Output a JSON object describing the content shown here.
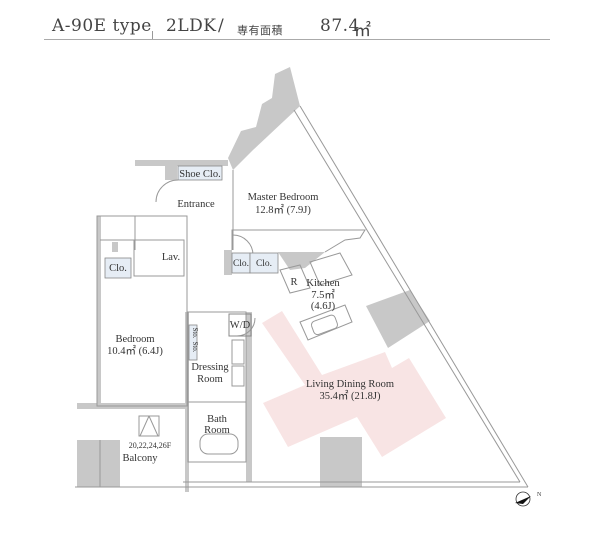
{
  "header": {
    "type_name": "A-90E type",
    "layout": "2LDK",
    "separator": "/",
    "area_label": "専有面積",
    "area_value": "87.4",
    "area_unit": "㎡"
  },
  "rooms": {
    "shoe_closet": "Shoe Clo.",
    "entrance": "Entrance",
    "master_bedroom": {
      "name": "Master Bedroom",
      "size": "12.8㎡  (7.9J)"
    },
    "lavatory": "Lav.",
    "closet_bedroom": "Clo.",
    "closet_1": "Clo.",
    "closet_2": "Clo.",
    "refrigerator": "R",
    "kitchen": {
      "name": "Kitchen",
      "size": "7.5㎡",
      "tatami": "(4.6J)"
    },
    "washer_dryer": "W/D",
    "storage_1": "Sto.",
    "storage_2": "Sto.",
    "bedroom": {
      "name": "Bedroom",
      "size": "10.4㎡  (6.4J)"
    },
    "dressing_room": {
      "line1": "Dressing",
      "line2": "Room"
    },
    "living_dining": {
      "name": "Living Dining Room",
      "size": "35.4㎡  (21.8J)"
    },
    "bath_room": {
      "line1": "Bath",
      "line2": "Room"
    },
    "balcony": {
      "floors": "20,22,24,26F",
      "name": "Balcony"
    }
  },
  "compass": {
    "label": "N"
  },
  "colors": {
    "wall": "#c8c8c8",
    "closet": "#e6edf5",
    "ldr_highlight": "#f8e4e4",
    "line": "#999999"
  }
}
